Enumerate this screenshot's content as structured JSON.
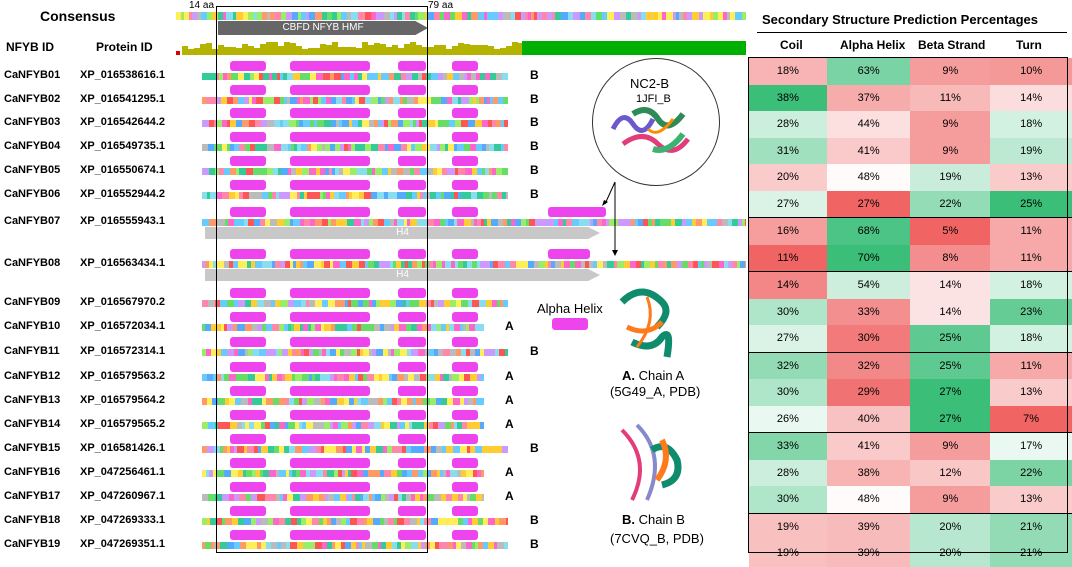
{
  "title": "Consensus",
  "ruler": {
    "start": "14 aa",
    "end": "79 aa"
  },
  "domain_label": "CBFD NFYB HMF",
  "col_headers": {
    "id": "NFYB ID",
    "protein": "Protein ID"
  },
  "rows": [
    {
      "id": "CaNFYB01",
      "protein": "XP_016538616.1",
      "chain": "B"
    },
    {
      "id": "CaNFYB02",
      "protein": "XP_016541295.1",
      "chain": "B"
    },
    {
      "id": "CaNFYB03",
      "protein": "XP_016542644.2",
      "chain": "B"
    },
    {
      "id": "CaNFYB04",
      "protein": "XP_016549735.1",
      "chain": "B"
    },
    {
      "id": "CaNFYB05",
      "protein": "XP_016550674.1",
      "chain": "B"
    },
    {
      "id": "CaNFYB06",
      "protein": "XP_016552944.2",
      "chain": "B"
    },
    {
      "id": "CaNFYB07",
      "protein": "XP_016555943.1",
      "chain": ""
    },
    {
      "id": "CaNFYB08",
      "protein": "XP_016563434.1",
      "chain": ""
    },
    {
      "id": "CaNFYB09",
      "protein": "XP_016567970.2",
      "chain": ""
    },
    {
      "id": "CaNFYB10",
      "protein": "XP_016572034.1",
      "chain": "A"
    },
    {
      "id": "CaNFYB11",
      "protein": "XP_016572314.1",
      "chain": "B"
    },
    {
      "id": "CaNFYB12",
      "protein": "XP_016579563.2",
      "chain": "A"
    },
    {
      "id": "CaNFYB13",
      "protein": "XP_016579564.2",
      "chain": "A"
    },
    {
      "id": "CaNFYB14",
      "protein": "XP_016579565.2",
      "chain": "A"
    },
    {
      "id": "CaNFYB15",
      "protein": "XP_016581426.1",
      "chain": "B"
    },
    {
      "id": "CaNFYB16",
      "protein": "XP_047256461.1",
      "chain": "A"
    },
    {
      "id": "CaNFYB17",
      "protein": "XP_047260967.1",
      "chain": "A"
    },
    {
      "id": "CaNFYB18",
      "protein": "XP_047269333.1",
      "chain": "B"
    },
    {
      "id": "CaNFYB19",
      "protein": "XP_047269351.1",
      "chain": "B"
    }
  ],
  "h4_label": "H4",
  "nc2": {
    "name": "NC2-B",
    "pdb": "1JFI_B"
  },
  "legend": "Alpha Helix",
  "chainA": {
    "label": "A.",
    "name": " Chain A",
    "pdb": "(5G49_A, PDB)"
  },
  "chainB": {
    "label": "B.",
    "name": " Chain B",
    "pdb": "(7CVQ_B, PDB)"
  },
  "table": {
    "title": "Secondary Structure Prediction Percentages",
    "headers": [
      "Coil",
      "Alpha Helix",
      "Beta Strand",
      "Turn"
    ],
    "rows": [
      [
        "18%",
        "63%",
        "9%",
        "10%"
      ],
      [
        "38%",
        "37%",
        "11%",
        "14%"
      ],
      [
        "28%",
        "44%",
        "9%",
        "18%"
      ],
      [
        "31%",
        "41%",
        "9%",
        "19%"
      ],
      [
        "20%",
        "48%",
        "19%",
        "13%"
      ],
      [
        "27%",
        "27%",
        "22%",
        "25%"
      ],
      [
        "16%",
        "68%",
        "5%",
        "11%"
      ],
      [
        "11%",
        "70%",
        "8%",
        "11%"
      ],
      [
        "14%",
        "54%",
        "14%",
        "18%"
      ],
      [
        "30%",
        "33%",
        "14%",
        "23%"
      ],
      [
        "27%",
        "30%",
        "25%",
        "18%"
      ],
      [
        "32%",
        "32%",
        "25%",
        "11%"
      ],
      [
        "30%",
        "29%",
        "27%",
        "13%"
      ],
      [
        "26%",
        "40%",
        "27%",
        "7%"
      ],
      [
        "33%",
        "41%",
        "9%",
        "17%"
      ],
      [
        "28%",
        "38%",
        "12%",
        "22%"
      ],
      [
        "30%",
        "48%",
        "9%",
        "13%"
      ],
      [
        "19%",
        "39%",
        "20%",
        "21%"
      ],
      [
        "19%",
        "39%",
        "20%",
        "21%"
      ]
    ]
  },
  "colors": {
    "helix": "#ee44ee",
    "domain": "#666666",
    "h4": "#c8c8c8",
    "conservation_low": "#b3b300",
    "conservation_high": "#00b000"
  }
}
